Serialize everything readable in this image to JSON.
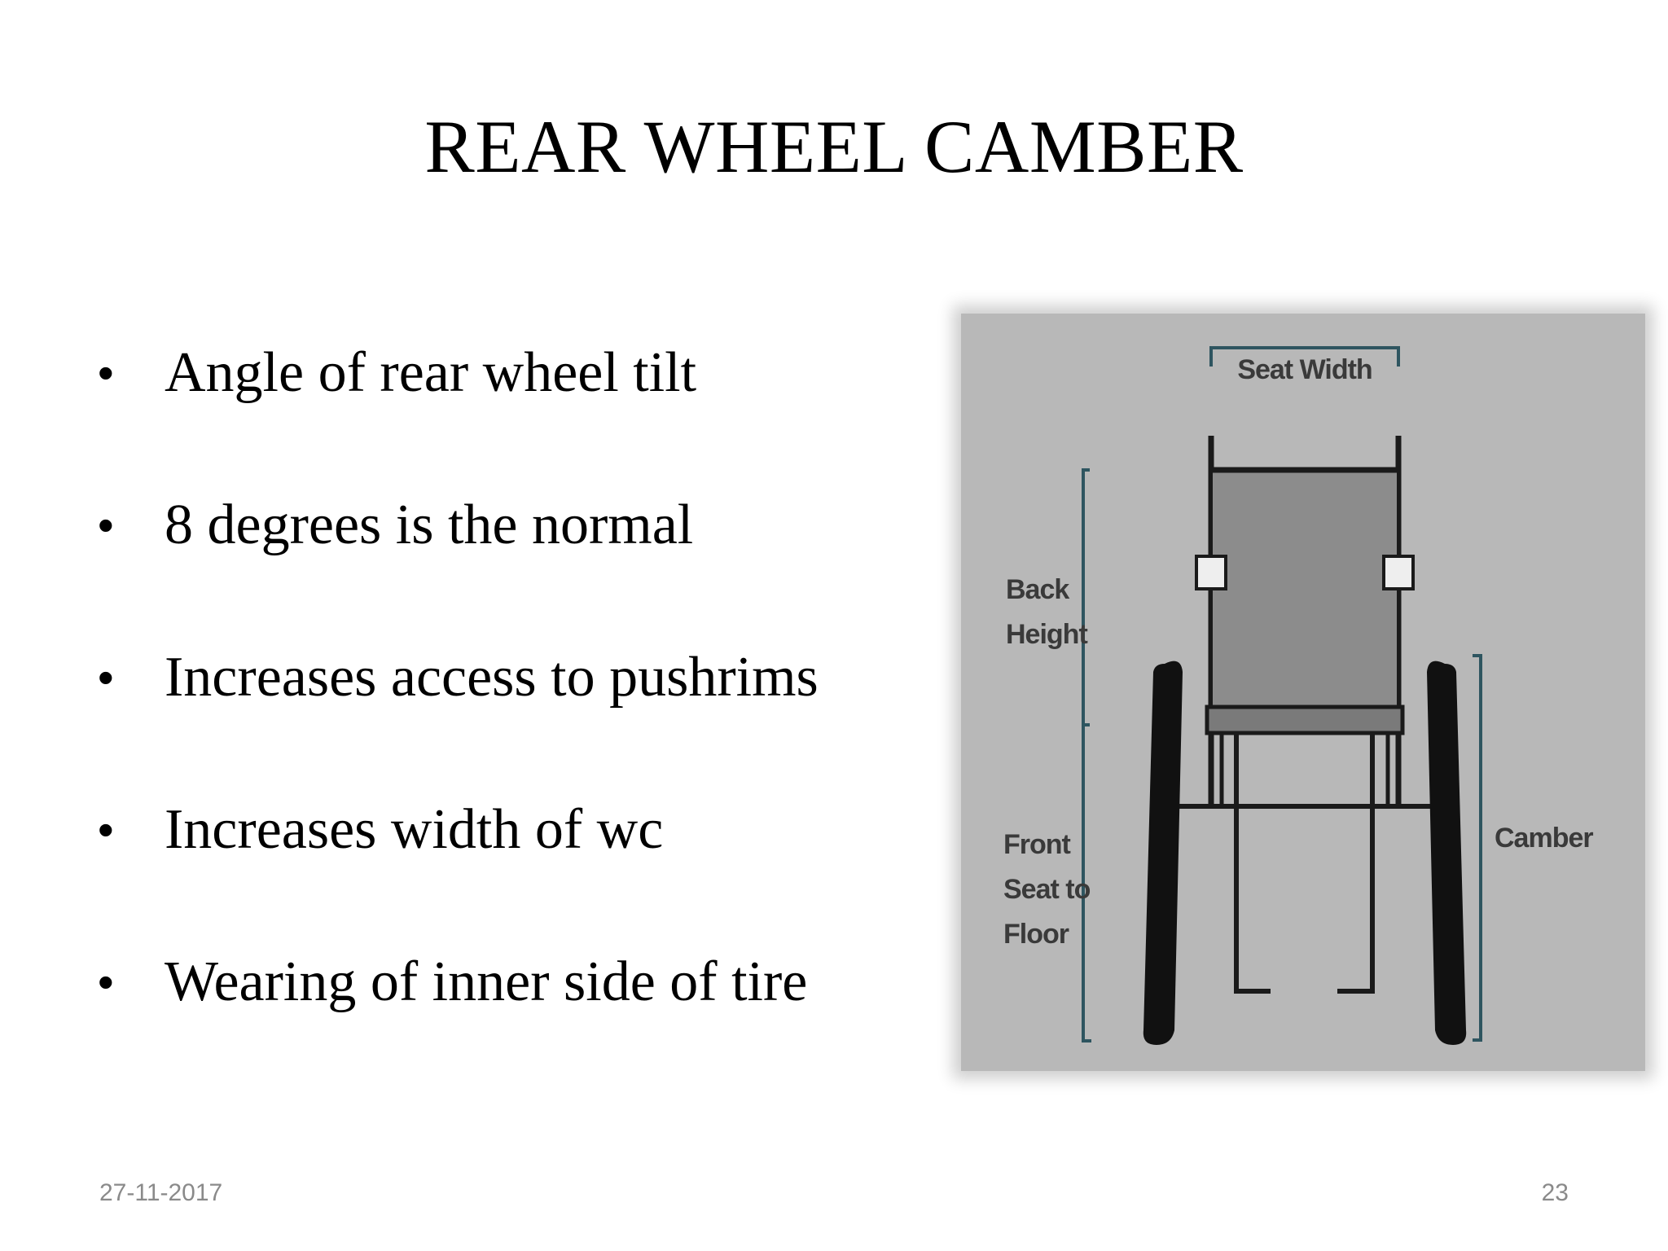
{
  "slide": {
    "title": "REAR WHEEL CAMBER",
    "bullets": [
      "Angle of rear wheel tilt",
      "8 degrees is the normal",
      "Increases access to pushrims",
      "Increases width of wc",
      "Wearing of inner side of tire"
    ],
    "bullet_symbol": "•"
  },
  "figure": {
    "labels": {
      "seat_width": "Seat Width",
      "back_line1": "Back",
      "back_line2": "Height",
      "front_line1": "Front",
      "front_line2": "Seat to",
      "front_line3": "Floor",
      "camber": "Camber"
    },
    "colors": {
      "background": "#b8b8b8",
      "dimension_lines": "#2e5560",
      "frame": "#1a1a1a",
      "seat_back": "#8c8c8c"
    }
  },
  "footer": {
    "date": "27-11-2017",
    "page": "23"
  }
}
